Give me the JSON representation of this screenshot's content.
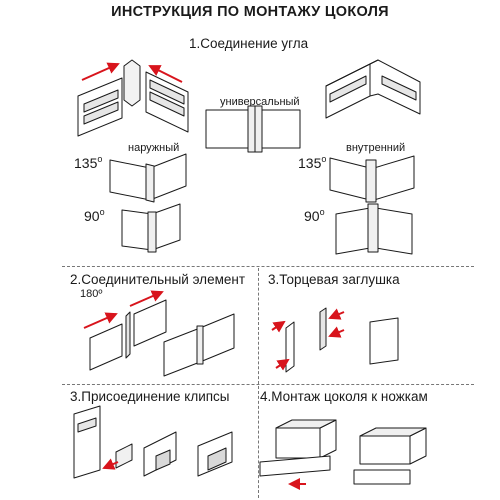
{
  "title": "ИНСТРУКЦИЯ ПО МОНТАЖУ ЦОКОЛЯ",
  "sections": {
    "corner": {
      "heading": "1.Соединение угла",
      "universal_label": "универсальный",
      "outer_label": "наружный",
      "inner_label": "внутренний",
      "angle_135": "135",
      "angle_90": "90",
      "degree_mark": "о"
    },
    "connector": {
      "heading": "2.Соединительный элемент",
      "angle": "180º"
    },
    "end_cap": {
      "heading": "3.Торцевая заглушка"
    },
    "clips": {
      "heading": "3.Присоединение клипсы"
    },
    "legs": {
      "heading": "4.Монтаж цоколя к ножкам"
    }
  },
  "colors": {
    "arrow": "#d8141c",
    "line": "#1a1a1a",
    "panel_fill": "#ffffff",
    "shade": "#d9d9d9",
    "divider": "#777777"
  }
}
